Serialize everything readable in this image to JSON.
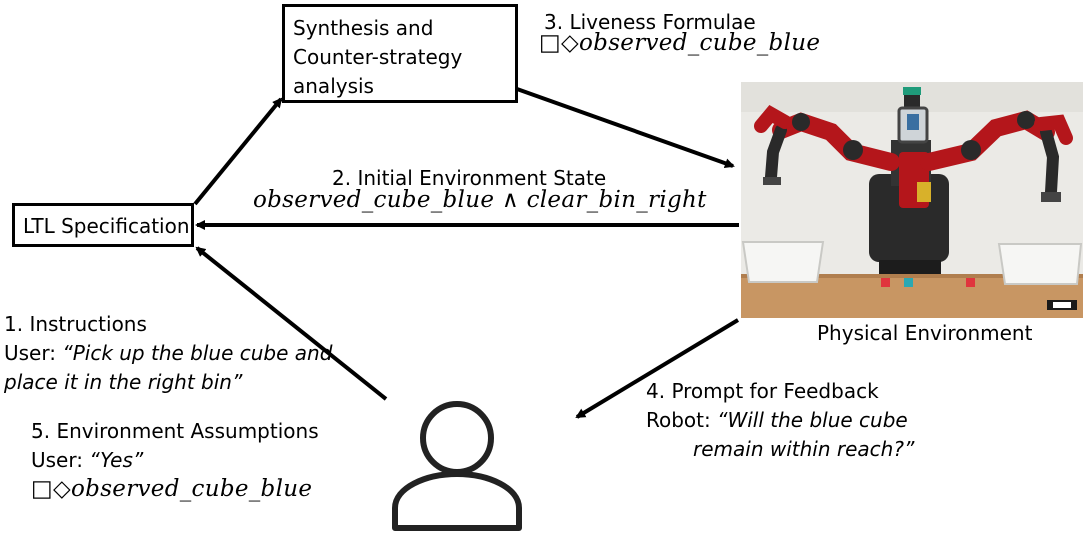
{
  "synthesis_box": {
    "lines": [
      "Synthesis and",
      "Counter-strategy",
      "analysis"
    ]
  },
  "ltl_box": {
    "label": "LTL Specification"
  },
  "liveness": {
    "title": "3. Liveness Formulae",
    "formula": "□◇observed_cube_blue"
  },
  "initial_state": {
    "title": "2. Initial Environment State",
    "formula": "observed_cube_blue ∧ clear_bin_right"
  },
  "instructions": {
    "title": "1. Instructions",
    "speaker": "User: ",
    "quote_line1": "“Pick up the blue cube and",
    "quote_line2": "place it in the right bin”"
  },
  "assumptions": {
    "title": "5. Environment Assumptions",
    "speaker": "User: ",
    "quote": "“Yes”",
    "formula": "□◇observed_cube_blue"
  },
  "feedback": {
    "title": "4. Prompt for Feedback",
    "speaker": "Robot: ",
    "quote_line1": "“Will the blue cube",
    "quote_line2": "remain within reach?”"
  },
  "physical_env": {
    "label": "Physical Environment"
  },
  "colors": {
    "robot_red": "#b4161b",
    "robot_dark": "#2a2a2a",
    "table": "#c89663",
    "wall": "#ebeae6",
    "cube_red": "#e0353d",
    "cube_teal": "#2aa8b3"
  }
}
